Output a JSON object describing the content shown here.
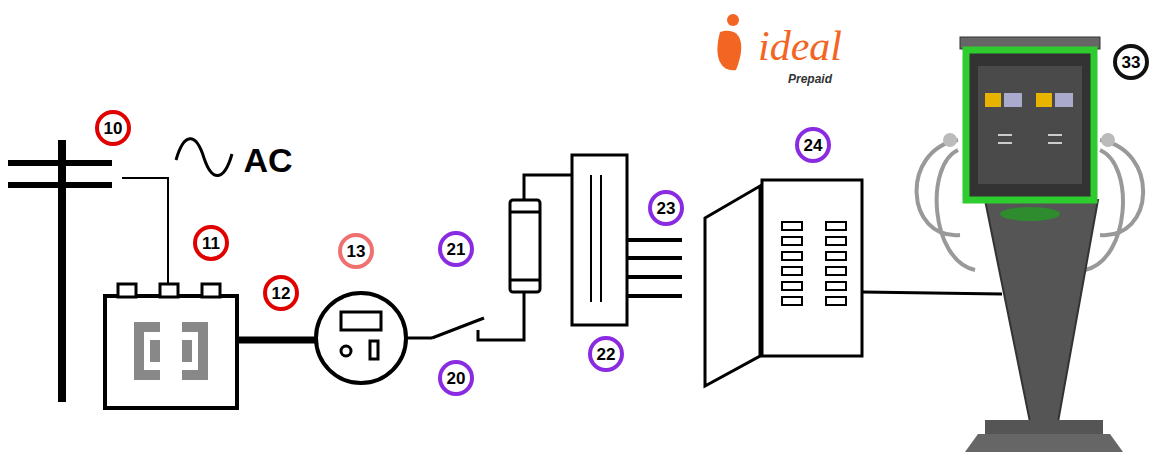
{
  "diagram": {
    "labels": [
      "10",
      "AC",
      "11",
      "12",
      "13",
      "20",
      "21",
      "22",
      "23",
      "24",
      "ideal",
      "Prepaid",
      "33"
    ]
  }
}
